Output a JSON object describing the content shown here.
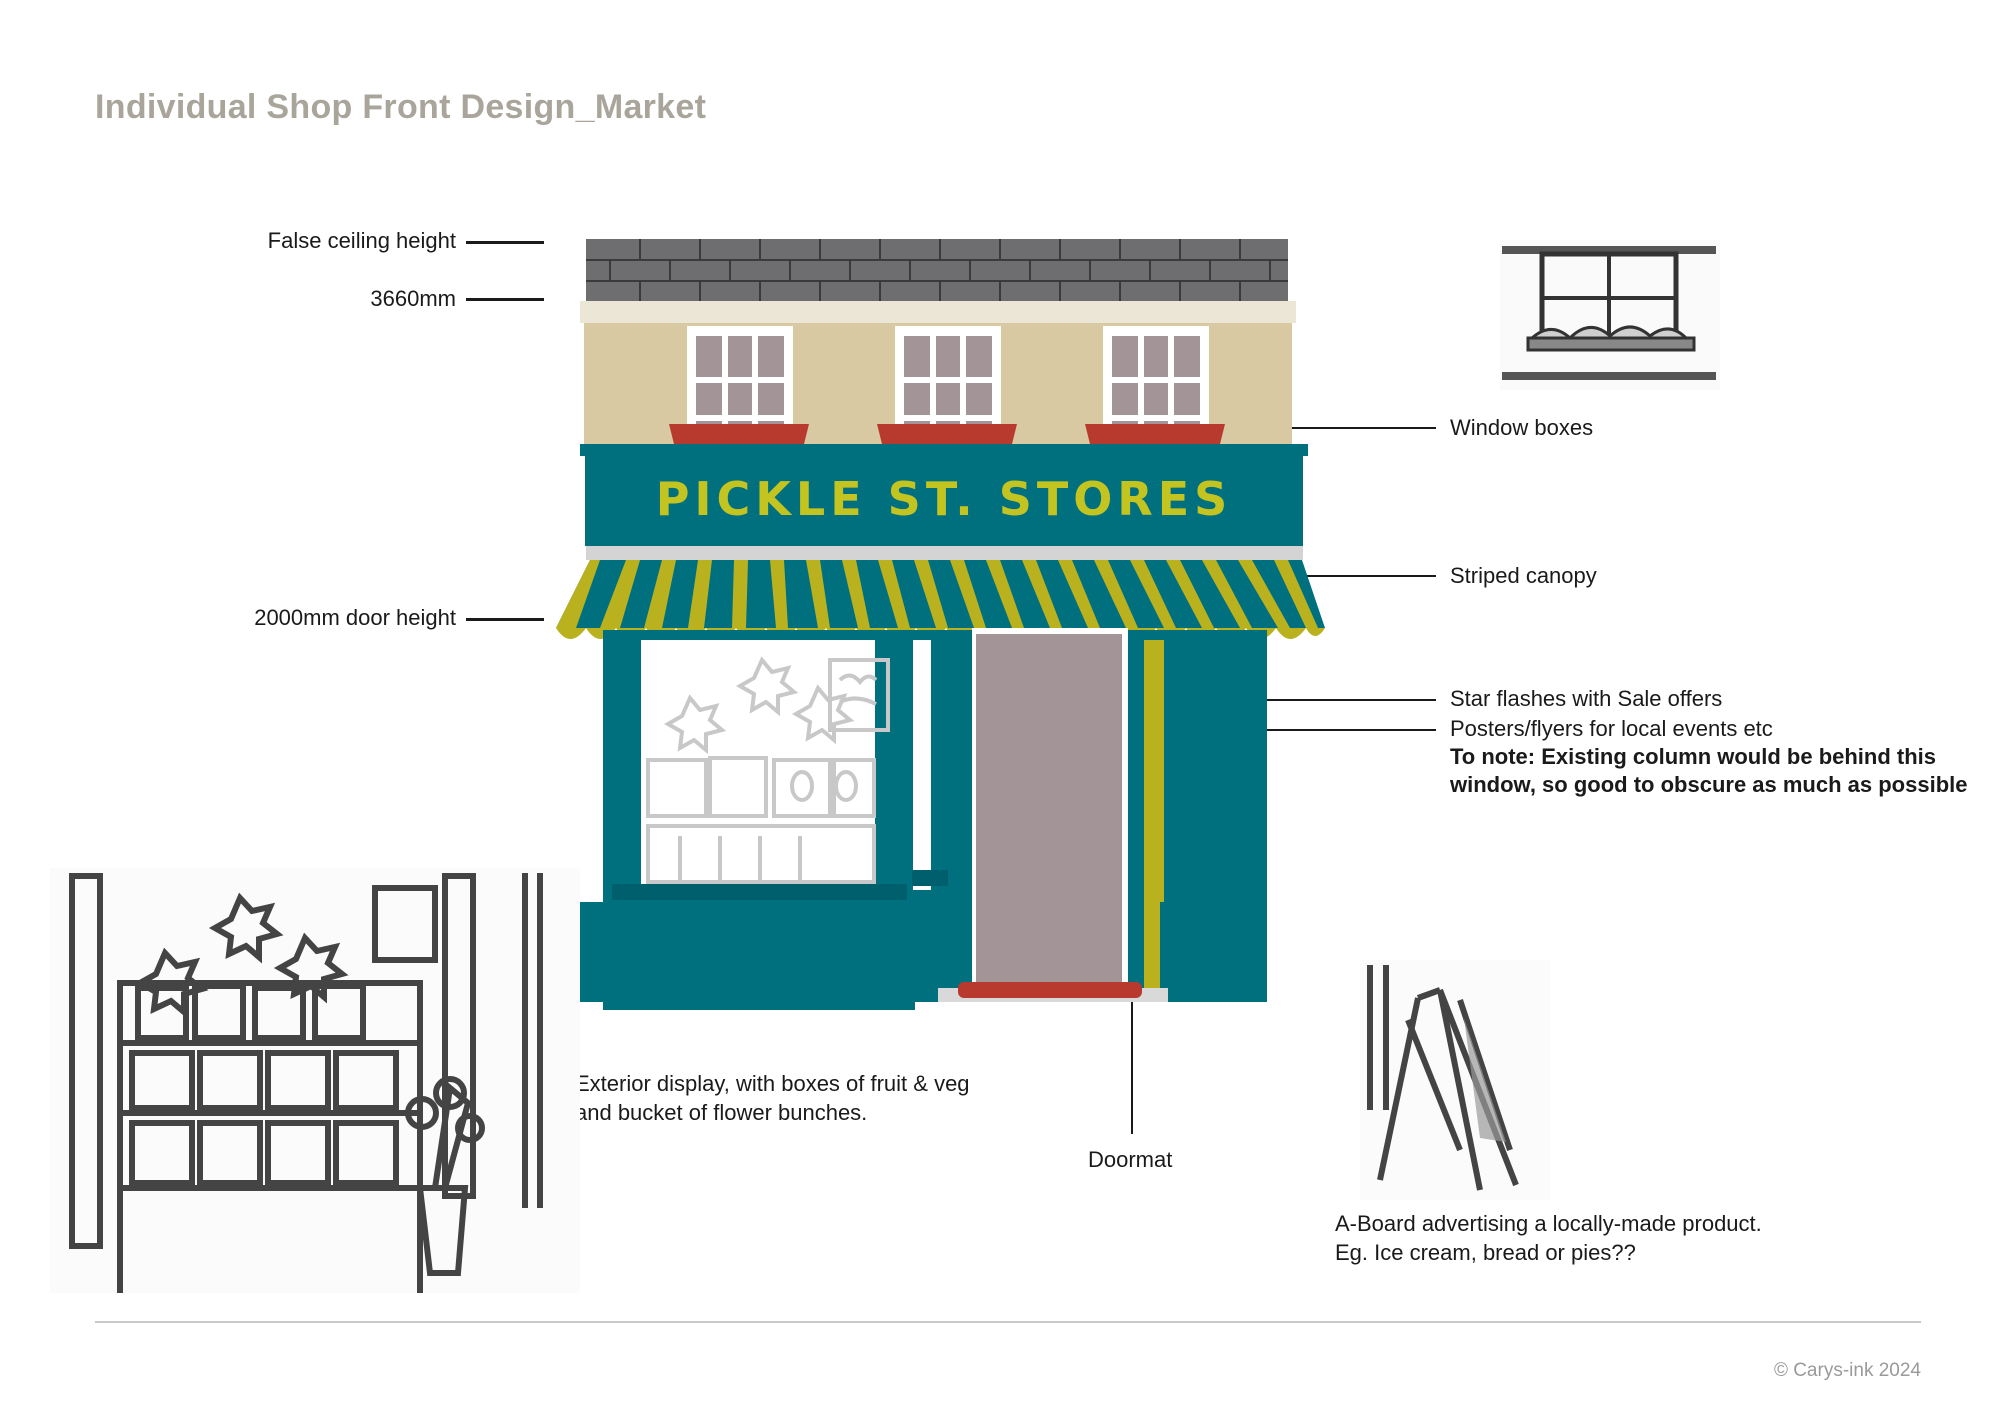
{
  "title": "Individual Shop Front Design_Market",
  "sign_text": "PICKLE ST. STORES",
  "labels": {
    "false_ceiling": "False ceiling height",
    "ceiling_height": "3660mm",
    "door_height": "2000mm door height",
    "window_boxes": "Window boxes",
    "striped_canopy": "Striped canopy",
    "star_flashes": "Star flashes with Sale offers",
    "posters": "Posters/flyers for local events etc",
    "note_line1": "To note: Existing column would be behind this",
    "note_line2": "window, so good to obscure as much as possible",
    "exterior_line1": "Exterior display, with boxes of fruit & veg",
    "exterior_line2": "and bucket of flower bunches.",
    "doormat": "Doormat",
    "aboard_line1": "A-Board advertising a locally-made product.",
    "aboard_line2": "Eg. Ice cream, bread or pies??"
  },
  "copyright": "© Carys-ink 2024",
  "colors": {
    "teal": "#00707f",
    "lime": "#b9b21e",
    "roof": "#6e6e70",
    "wall": "#d8c9a3",
    "window_box": "#b83a2f",
    "door": "#a39597",
    "title_grey": "#a9a59b"
  }
}
